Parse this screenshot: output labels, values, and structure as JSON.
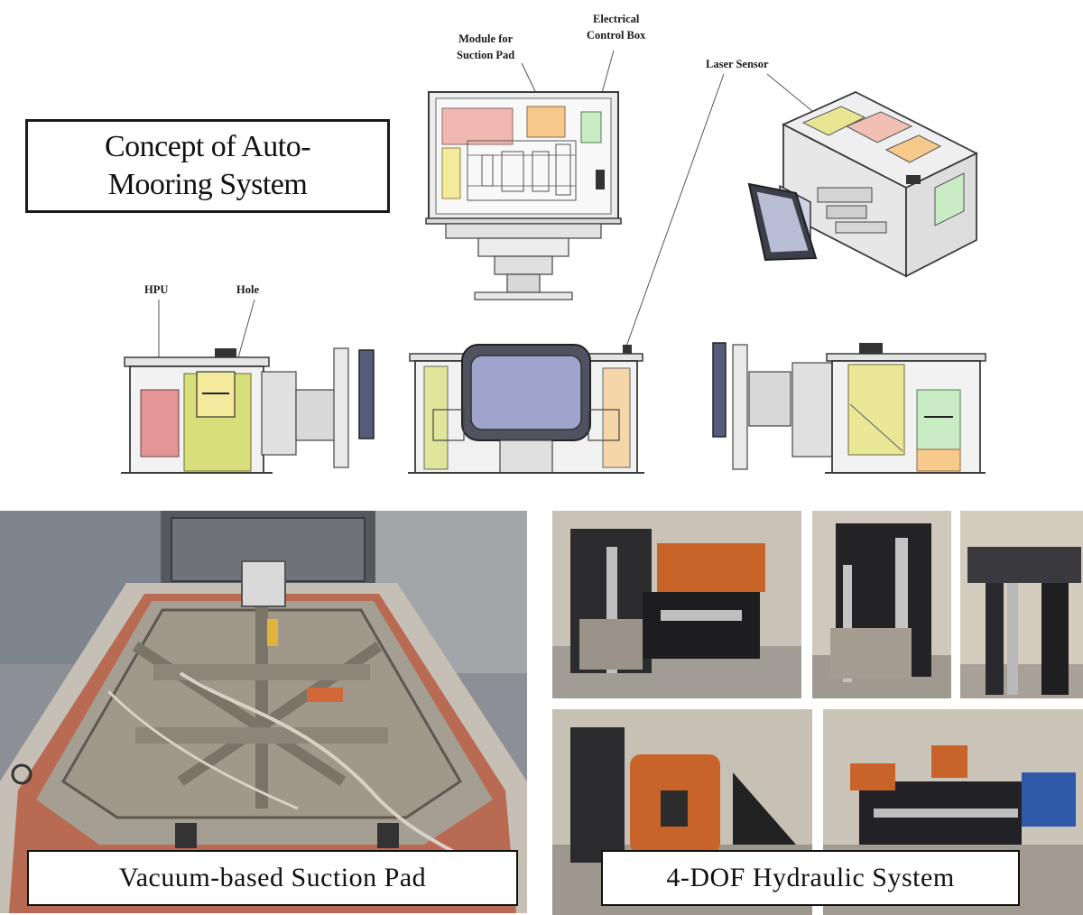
{
  "title": {
    "line1": "Concept of Auto-",
    "line2": "Mooring System"
  },
  "callouts": {
    "module_line1": "Module for",
    "module_line2": "Suction Pad",
    "electrical_line1": "Electrical",
    "electrical_line2": "Control Box",
    "laser": "Laser Sensor",
    "hpu": "HPU",
    "hole": "Hole"
  },
  "captions": {
    "left": "Vacuum-based Suction Pad",
    "right": "4-DOF Hydraulic System"
  },
  "colors": {
    "outline": "#3a3a3a",
    "frame_fill": "#e6e6e6",
    "pink_panel": "#f0b7b0",
    "yellow_panel": "#f3ea9c",
    "orange_panel": "#f7c98a",
    "green_panel": "#c9ecc4",
    "red_panel": "#e49696",
    "olive_panel": "#d8df7a",
    "pad_screen": "#9ea4cc",
    "orange_actuator": "#c8632a",
    "red_frame": "#c0583c"
  }
}
